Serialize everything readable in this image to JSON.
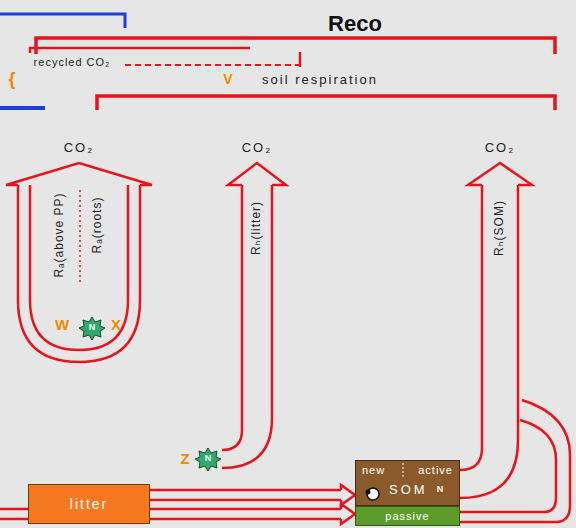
{
  "diagram": {
    "nodes": [
      {
        "text": [
          "litter"
        ]
      },
      {
        "text": [
          "new",
          "active",
          "SOM"
        ]
      },
      {
        "text": [
          "passive"
        ]
      }
    ],
    "edges": [
      {
        "from": 0,
        "to": 1,
        "arrow": "to"
      }
    ],
    "labels": [
      "Reco",
      "recycled CO₂",
      "{",
      "V",
      "soil respiration",
      "CO₂",
      "CO₂",
      "CO₂",
      "Rₐ(above PP)",
      "Rₐ(roots)",
      "Rₕ(litter)",
      "Rₕ(SOM)",
      "W",
      "N",
      "X",
      "Z",
      "N",
      "N"
    ]
  }
}
